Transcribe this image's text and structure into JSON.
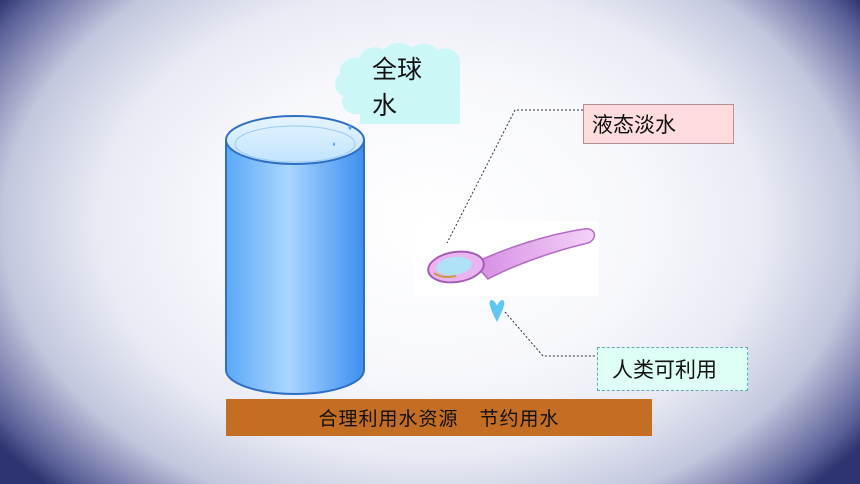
{
  "cloud": {
    "text_line1": "全球",
    "text_line2": "水"
  },
  "labels": {
    "liquid_fresh_water": "液态淡水",
    "human_usable": "人类可利用"
  },
  "banner": {
    "text": "合理利用水资源   节约用水"
  },
  "colors": {
    "banner": "#c46e24",
    "cloud": "#ccf7f7",
    "liquid_box": "#ffdcdc",
    "human_box": "#ddfff6",
    "cylinder": "#6fb8ff"
  },
  "icons": {
    "cylinder": "water-cylinder-icon",
    "spoon": "spoon-icon",
    "drop": "water-drop-icon",
    "cloud": "cloud-shape"
  }
}
